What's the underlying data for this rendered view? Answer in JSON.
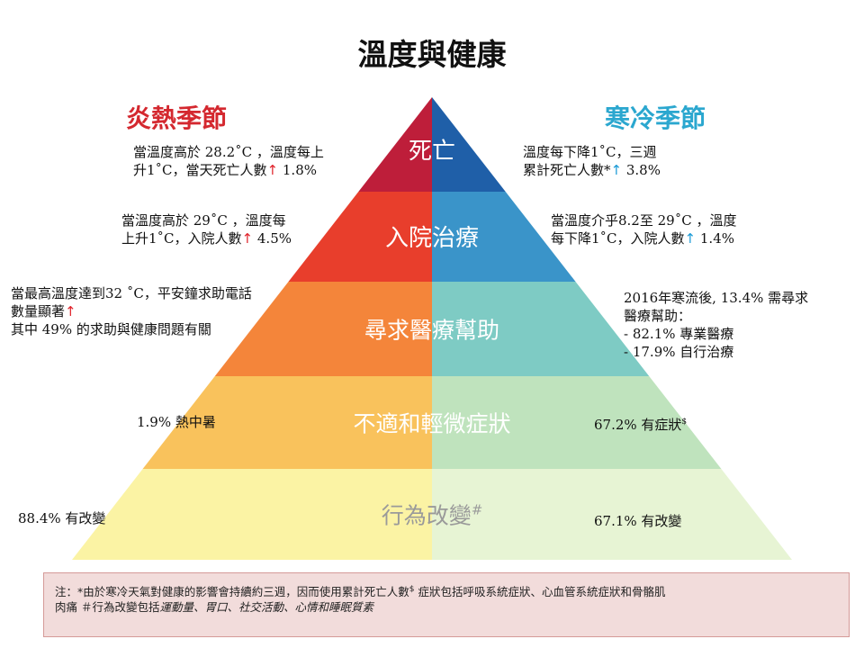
{
  "title": "溫度與健康",
  "hot_season": "炎熱季節",
  "cold_season": "寒冷季節",
  "colors": {
    "hot": "#d4282f",
    "cold": "#2ba7cf",
    "footnote_bg": "#f2dcdb"
  },
  "tiers": [
    {
      "label": "死亡",
      "left_color": "#be1e3a",
      "right_color": "#1f5fa8"
    },
    {
      "label": "入院治療",
      "left_color": "#e83e2c",
      "right_color": "#3a94c9"
    },
    {
      "label": "尋求醫療幫助",
      "left_color": "#f4853a",
      "right_color": "#7ecbc4"
    },
    {
      "label": "不適和輕微症狀",
      "left_color": "#f9c25c",
      "right_color": "#bfe3bd"
    },
    {
      "label": "行為改變",
      "label_sup": "#",
      "left_color": "#fbf3a4",
      "right_color": "#e7f4d4"
    }
  ],
  "hot_notes": {
    "death": {
      "line1": "當溫度高於 28.2˚C ，溫度每上",
      "line2_pre": "升1˚C，當天死亡人數",
      "arrow": "↑",
      "line2_post": " 1.8%"
    },
    "hospital": {
      "line1": "當溫度高於 29˚C ，溫度每",
      "line2_pre": "上升1˚C，入院人數",
      "arrow": "↑",
      "line2_post": " 4.5%"
    },
    "help": {
      "line1": "當最高溫度達到32 ˚C，平安鐘求助電話",
      "line2_pre": "數量顯著",
      "arrow": "↑",
      "line3": "其中 49% 的求助與健康問題有關"
    },
    "symptoms": {
      "text": "1.9% 熱中暑"
    },
    "behaviour": {
      "text": "88.4% 有改變"
    }
  },
  "cold_notes": {
    "death": {
      "line1": "溫度每下降1˚C，三週",
      "line2_pre": "累計死亡人數*",
      "arrow": "↑",
      "line2_post": " 3.8%"
    },
    "hospital": {
      "line1": "當溫度介乎8.2至 29˚C ，溫度",
      "line2_pre": "每下降1˚C，入院人數",
      "arrow": "↑",
      "line2_post": " 1.4%"
    },
    "help": {
      "line1": "2016年寒流後, 13.4% 需尋求",
      "line2": "醫療幫助：",
      "line3": "- 82.1% 專業醫療",
      "line4": "- 17.9% 自行治療"
    },
    "symptoms": {
      "text": "67.2% 有症狀",
      "sup": "$"
    },
    "behaviour": {
      "text": "67.1% 有改變"
    }
  },
  "footnote": {
    "line1": "注：*由於寒冷天氣對健康的影響會持續約三週，因而使用累計死亡人數",
    "sup": "$",
    "line1_post": " 症狀包括呼吸系統症狀、心血管系統症狀和骨骼肌",
    "line2_pre": "肉痛 ＃行為改變包括",
    "line2_italic": "運動量、胃口、社交活動、心情和睡眠質素"
  }
}
